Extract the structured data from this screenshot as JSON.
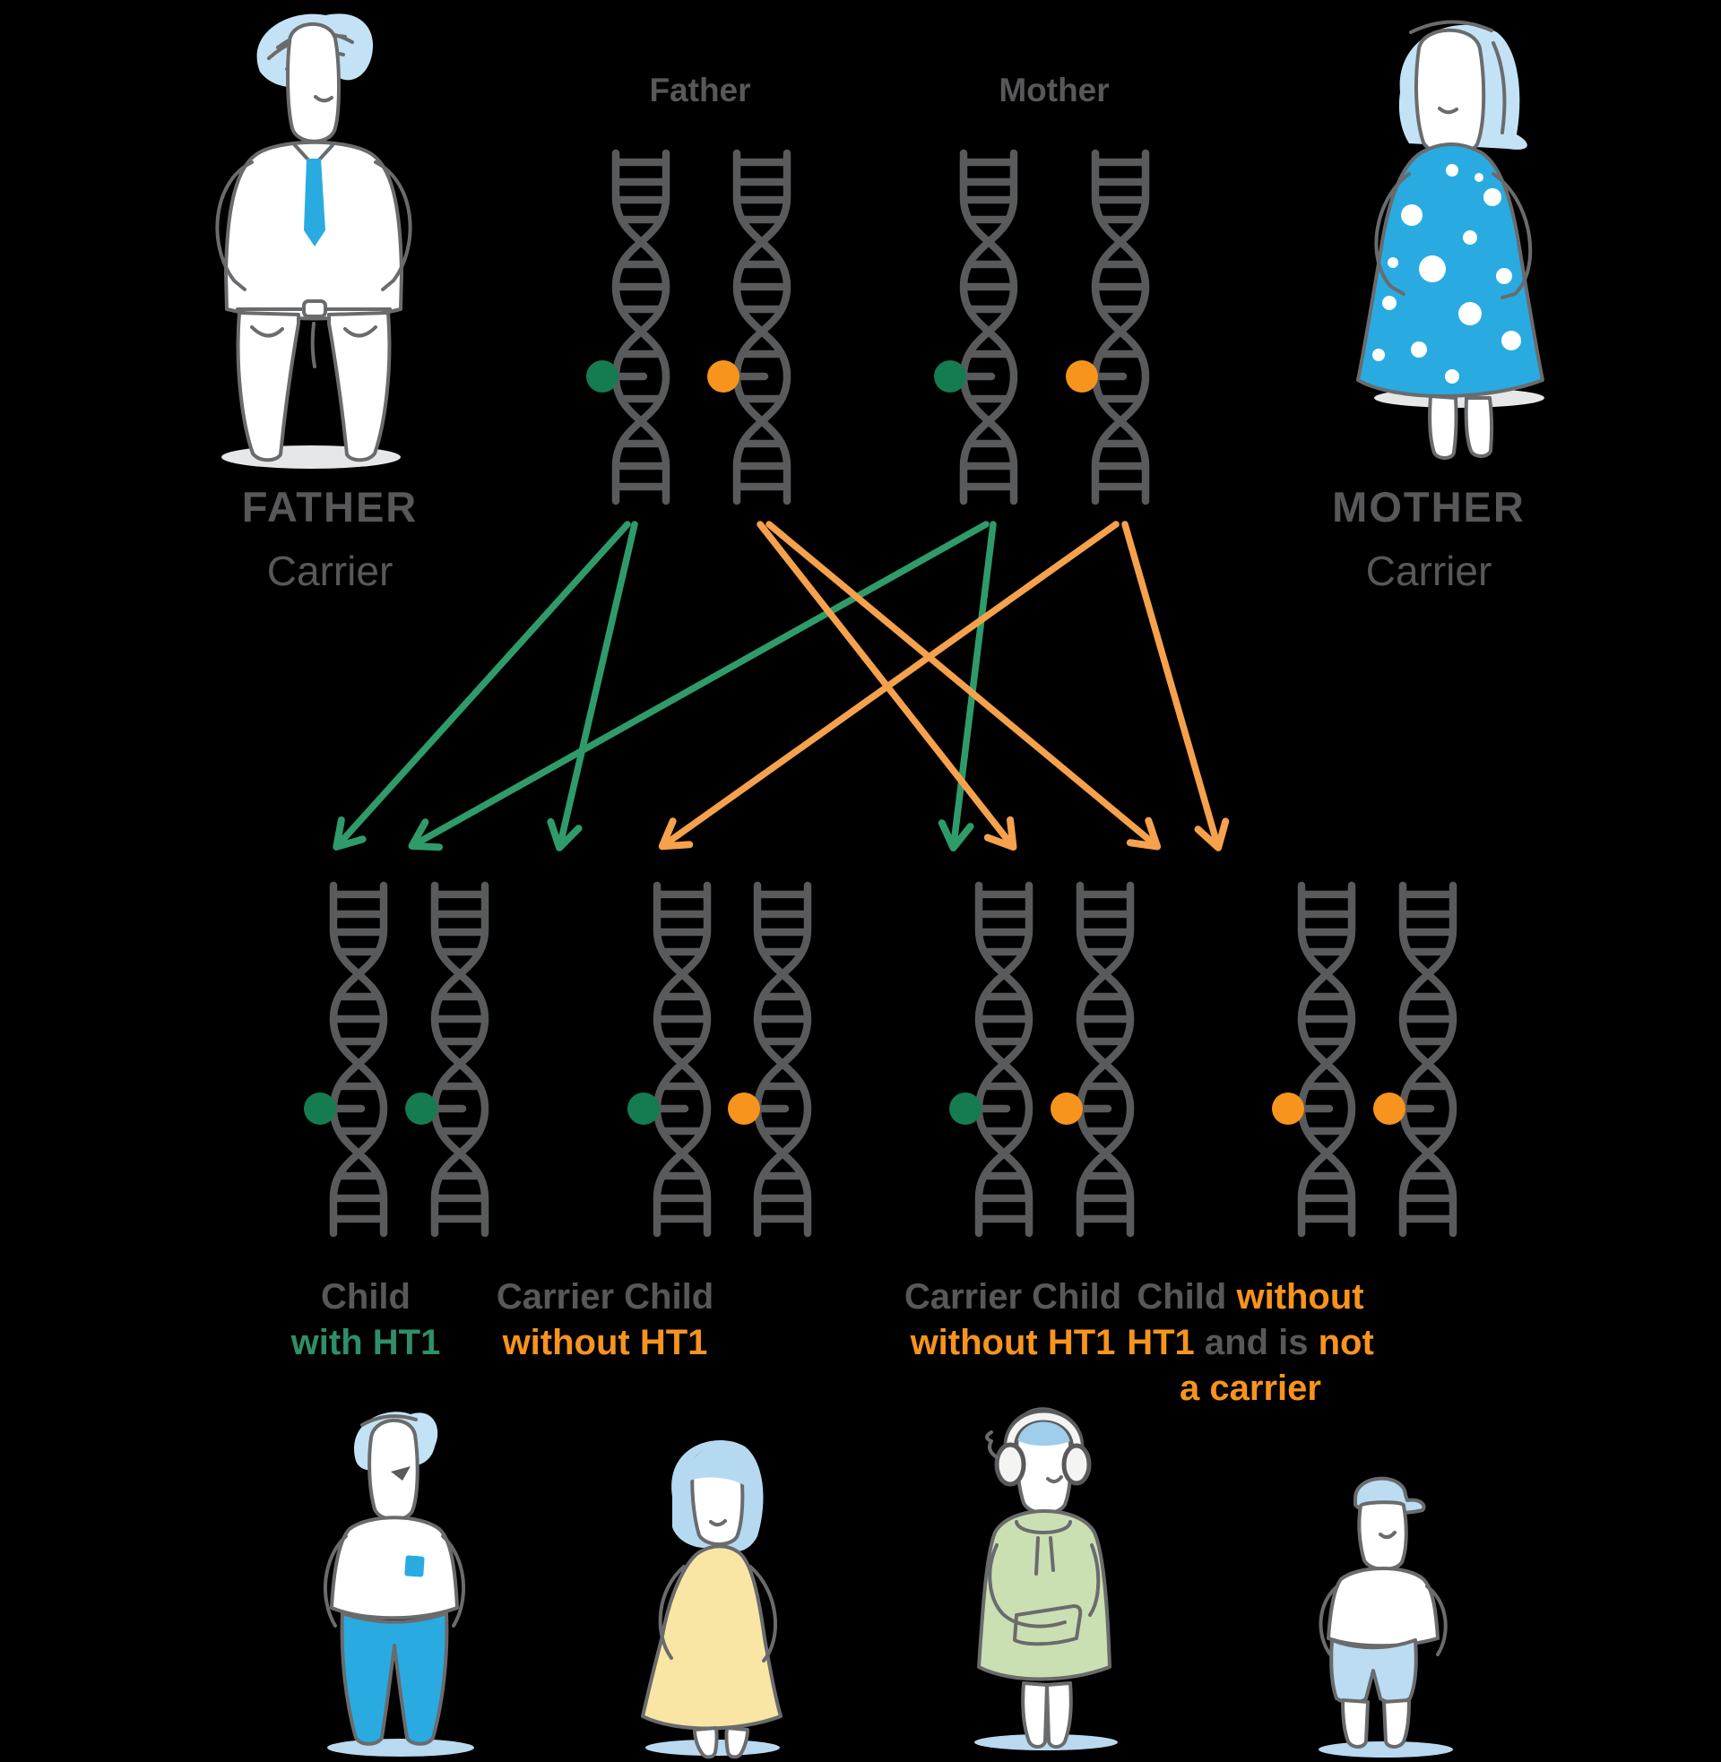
{
  "colors": {
    "background": "#000000",
    "helix_gray": "#595a5c",
    "text_gray": "#58585a",
    "ht1_green": "#157c52",
    "green_text": "#2e9068",
    "green_arrow": "#2f9b6b",
    "normal_orange": "#f7941d",
    "orange_arrow": "#f6a14c",
    "figure_blue": "#29abe2",
    "hair_light_blue": "#c3e2f5",
    "child_shadow_blue": "#b9d9f0",
    "parent_shadow_gray": "#e6e7e8",
    "dress_yellow": "#f9e6a5",
    "hoodie_green": "#cadfb2"
  },
  "parents": {
    "father": {
      "chromosome_group_label": "Father",
      "name": "FATHER",
      "status": "Carrier",
      "alleles": [
        "ht1",
        "normal"
      ]
    },
    "mother": {
      "chromosome_group_label": "Mother",
      "name": "MOTHER",
      "status": "Carrier",
      "alleles": [
        "ht1",
        "normal"
      ]
    }
  },
  "children": [
    {
      "alleles": [
        "ht1",
        "ht1"
      ],
      "caption_lines": [
        [
          {
            "text": "Child",
            "color": "gray"
          }
        ],
        [
          {
            "text": "with HT1",
            "color": "green"
          }
        ]
      ]
    },
    {
      "alleles": [
        "ht1",
        "normal"
      ],
      "caption_lines": [
        [
          {
            "text": "Carrier Child",
            "color": "gray"
          }
        ],
        [
          {
            "text": "without HT1",
            "color": "orange"
          }
        ]
      ]
    },
    {
      "alleles": [
        "ht1",
        "normal"
      ],
      "caption_lines": [
        [
          {
            "text": "Carrier Child",
            "color": "gray"
          }
        ],
        [
          {
            "text": "without HT1",
            "color": "orange"
          }
        ]
      ]
    },
    {
      "alleles": [
        "normal",
        "normal"
      ],
      "caption_lines": [
        [
          {
            "text": "Child ",
            "color": "gray"
          },
          {
            "text": "without",
            "color": "orange"
          }
        ],
        [
          {
            "text": "HT1",
            "color": "orange"
          },
          {
            "text": " and is ",
            "color": "gray"
          },
          {
            "text": "not",
            "color": "orange"
          }
        ],
        [
          {
            "text": "a carrier",
            "color": "orange"
          }
        ]
      ]
    }
  ],
  "inheritance_arrows": [
    {
      "from": "father-chromosome-ht1",
      "to": "child-1-chromosome-1",
      "color": "green"
    },
    {
      "from": "father-chromosome-ht1",
      "to": "child-2-chromosome-1",
      "color": "green"
    },
    {
      "from": "mother-chromosome-ht1",
      "to": "child-1-chromosome-2",
      "color": "green"
    },
    {
      "from": "mother-chromosome-ht1",
      "to": "child-3-chromosome-1",
      "color": "green"
    },
    {
      "from": "father-chromosome-normal",
      "to": "child-3-chromosome-2",
      "color": "orange"
    },
    {
      "from": "father-chromosome-normal",
      "to": "child-4-chromosome-1",
      "color": "orange"
    },
    {
      "from": "mother-chromosome-normal",
      "to": "child-2-chromosome-2",
      "color": "orange"
    },
    {
      "from": "mother-chromosome-normal",
      "to": "child-4-chromosome-2",
      "color": "orange"
    }
  ]
}
